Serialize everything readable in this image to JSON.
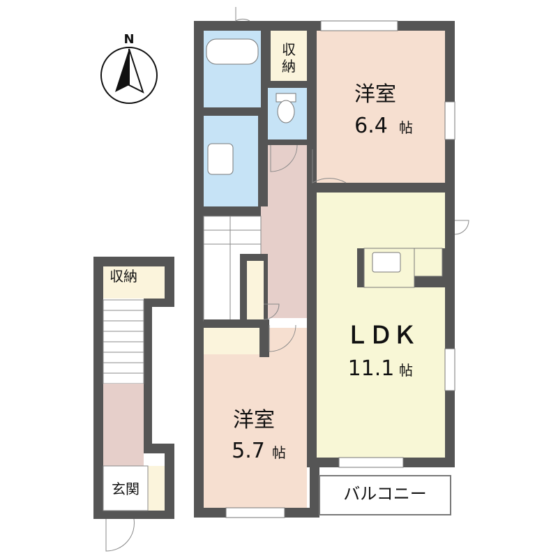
{
  "compass": {
    "letter": "N"
  },
  "rooms": {
    "western1": {
      "name": "洋室",
      "size": "6.4",
      "unit": "帖"
    },
    "western2": {
      "name": "洋室",
      "size": "5.7",
      "unit": "帖"
    },
    "ldk": {
      "name": "ＬＤＫ",
      "size": "11.1",
      "unit": "帖"
    },
    "storage_top": {
      "line1": "収",
      "line2": "納"
    },
    "storage_left": {
      "label": "収納"
    },
    "entrance": {
      "label": "玄関"
    },
    "balcony": {
      "label": "バルコニー"
    }
  },
  "colors": {
    "wall": "#555555",
    "western": "#f6dfd0",
    "ldk": "#f8f7d6",
    "wet": "#c6e3f6",
    "hall": "#e6cfca",
    "storage": "#fbf4dc",
    "floor_white": "#ffffff"
  }
}
